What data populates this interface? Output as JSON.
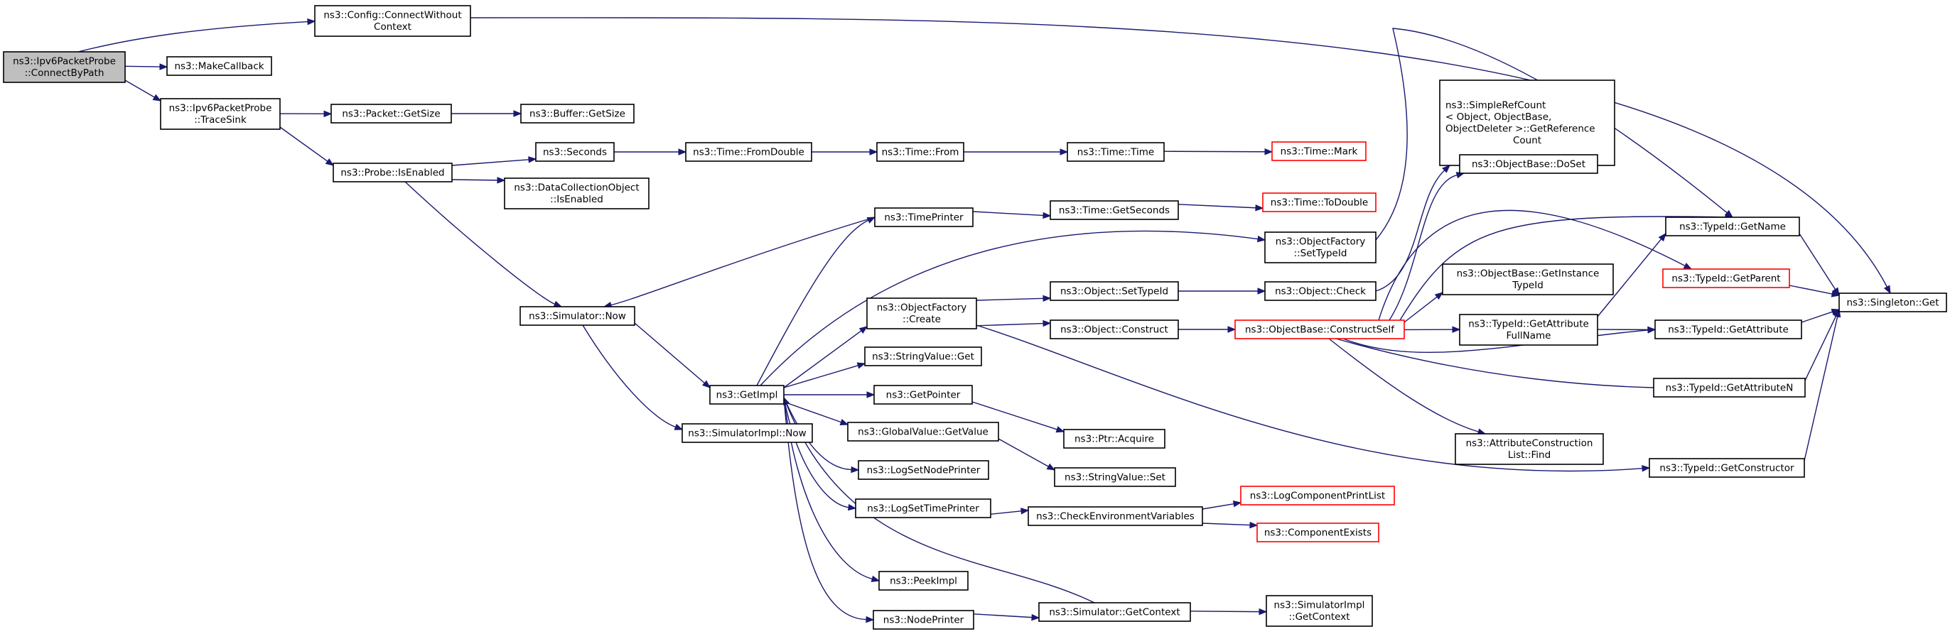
{
  "colors": {
    "edge": "#191970",
    "node_border": "#000000",
    "truncated_border": "#ff0000",
    "root_fill": "#bfbfbf",
    "fill": "#ffffff"
  },
  "nodes": {
    "root": {
      "lines": [
        "ns3::Ipv6PacketProbe",
        "::ConnectByPath"
      ],
      "kind": "root"
    },
    "cwc": {
      "lines": [
        "ns3::Config::ConnectWithout",
        "Context"
      ]
    },
    "makecb": {
      "lines": [
        "ns3::MakeCallback"
      ]
    },
    "tracesink": {
      "lines": [
        "ns3::Ipv6PacketProbe",
        "::TraceSink"
      ]
    },
    "pktsize": {
      "lines": [
        "ns3::Packet::GetSize"
      ]
    },
    "bufsize": {
      "lines": [
        "ns3::Buffer::GetSize"
      ]
    },
    "probe": {
      "lines": [
        "ns3::Probe::IsEnabled"
      ]
    },
    "seconds": {
      "lines": [
        "ns3::Seconds"
      ]
    },
    "dco": {
      "lines": [
        "ns3::DataCollectionObject",
        "::IsEnabled"
      ]
    },
    "fromdouble": {
      "lines": [
        "ns3::Time::FromDouble"
      ]
    },
    "from": {
      "lines": [
        "ns3::Time::From"
      ]
    },
    "timetime": {
      "lines": [
        "ns3::Time::Time"
      ]
    },
    "mark": {
      "lines": [
        "ns3::Time::Mark"
      ],
      "kind": "truncated"
    },
    "simnow": {
      "lines": [
        "ns3::Simulator::Now"
      ]
    },
    "timeprinter": {
      "lines": [
        "ns3::TimePrinter"
      ]
    },
    "getseconds": {
      "lines": [
        "ns3::Time::GetSeconds"
      ]
    },
    "todouble": {
      "lines": [
        "ns3::Time::ToDouble"
      ],
      "kind": "truncated"
    },
    "getimpl": {
      "lines": [
        "ns3::GetImpl"
      ]
    },
    "siminow": {
      "lines": [
        "ns3::SimulatorImpl::Now"
      ]
    },
    "ofcreate": {
      "lines": [
        "ns3::ObjectFactory",
        "::Create"
      ]
    },
    "ofsettypeid": {
      "lines": [
        "ns3::ObjectFactory",
        "::SetTypeId"
      ]
    },
    "objsettypeid": {
      "lines": [
        "ns3::Object::SetTypeId"
      ]
    },
    "objconstruct": {
      "lines": [
        "ns3::Object::Construct"
      ]
    },
    "objcheck": {
      "lines": [
        "ns3::Object::Check"
      ]
    },
    "construct": {
      "lines": [
        "ns3::ObjectBase::ConstructSelf"
      ],
      "kind": "truncated"
    },
    "refcount": {
      "lines": [
        "ns3::SimpleRefCount",
        "< Object, ObjectBase,",
        "ObjectDeleter >::GetReference",
        "Count"
      ],
      "align": "left"
    },
    "doset": {
      "lines": [
        "ns3::ObjectBase::DoSet"
      ]
    },
    "getinst": {
      "lines": [
        "ns3::ObjectBase::GetInstance",
        "TypeId"
      ]
    },
    "getattrfull": {
      "lines": [
        "ns3::TypeId::GetAttribute",
        "FullName"
      ]
    },
    "attrfind": {
      "lines": [
        "ns3::AttributeConstruction",
        "List::Find"
      ]
    },
    "getname": {
      "lines": [
        "ns3::TypeId::GetName"
      ]
    },
    "getparent": {
      "lines": [
        "ns3::TypeId::GetParent"
      ],
      "kind": "truncated"
    },
    "getattr": {
      "lines": [
        "ns3::TypeId::GetAttribute"
      ]
    },
    "getattrn": {
      "lines": [
        "ns3::TypeId::GetAttributeN"
      ]
    },
    "getconstructor": {
      "lines": [
        "ns3::TypeId::GetConstructor"
      ]
    },
    "singleton": {
      "lines": [
        "ns3::Singleton::Get"
      ]
    },
    "strget": {
      "lines": [
        "ns3::StringValue::Get"
      ]
    },
    "getpointer": {
      "lines": [
        "ns3::GetPointer"
      ]
    },
    "ptracquire": {
      "lines": [
        "ns3::Ptr::Acquire"
      ]
    },
    "gvget": {
      "lines": [
        "ns3::GlobalValue::GetValue"
      ]
    },
    "strset": {
      "lines": [
        "ns3::StringValue::Set"
      ]
    },
    "lognode": {
      "lines": [
        "ns3::LogSetNodePrinter"
      ]
    },
    "logtime": {
      "lines": [
        "ns3::LogSetTimePrinter"
      ]
    },
    "checkenv": {
      "lines": [
        "ns3::CheckEnvironmentVariables"
      ]
    },
    "logcomp": {
      "lines": [
        "ns3::LogComponentPrintList"
      ],
      "kind": "truncated"
    },
    "compexists": {
      "lines": [
        "ns3::ComponentExists"
      ],
      "kind": "truncated"
    },
    "peekimpl": {
      "lines": [
        "ns3::PeekImpl"
      ]
    },
    "nodeprinter": {
      "lines": [
        "ns3::NodePrinter"
      ]
    },
    "simctx": {
      "lines": [
        "ns3::Simulator::GetContext"
      ]
    },
    "simictx": {
      "lines": [
        "ns3::SimulatorImpl",
        "::GetContext"
      ]
    }
  },
  "edges": [
    [
      "root",
      "cwc"
    ],
    [
      "root",
      "makecb"
    ],
    [
      "root",
      "tracesink"
    ],
    [
      "cwc",
      "singleton"
    ],
    [
      "tracesink",
      "pktsize"
    ],
    [
      "tracesink",
      "probe"
    ],
    [
      "pktsize",
      "bufsize"
    ],
    [
      "probe",
      "seconds"
    ],
    [
      "probe",
      "dco"
    ],
    [
      "probe",
      "simnow"
    ],
    [
      "seconds",
      "fromdouble"
    ],
    [
      "fromdouble",
      "from"
    ],
    [
      "from",
      "timetime"
    ],
    [
      "timetime",
      "mark"
    ],
    [
      "simnow",
      "getimpl"
    ],
    [
      "simnow",
      "siminow"
    ],
    [
      "timeprinter",
      "getseconds"
    ],
    [
      "timeprinter",
      "simnow"
    ],
    [
      "getseconds",
      "todouble"
    ],
    [
      "getimpl",
      "timeprinter"
    ],
    [
      "getimpl",
      "ofsettypeid"
    ],
    [
      "getimpl",
      "ofcreate"
    ],
    [
      "getimpl",
      "strget"
    ],
    [
      "getimpl",
      "getpointer"
    ],
    [
      "getimpl",
      "gvget"
    ],
    [
      "getimpl",
      "lognode"
    ],
    [
      "getimpl",
      "logtime"
    ],
    [
      "getimpl",
      "peekimpl"
    ],
    [
      "getimpl",
      "nodeprinter"
    ],
    [
      "ofsettypeid",
      "getname"
    ],
    [
      "ofcreate",
      "objsettypeid"
    ],
    [
      "ofcreate",
      "objconstruct"
    ],
    [
      "ofcreate",
      "getconstructor"
    ],
    [
      "objsettypeid",
      "objcheck"
    ],
    [
      "objconstruct",
      "construct"
    ],
    [
      "objcheck",
      "refcount"
    ],
    [
      "construct",
      "doset"
    ],
    [
      "construct",
      "getinst"
    ],
    [
      "construct",
      "getattrfull"
    ],
    [
      "construct",
      "attrfind"
    ],
    [
      "construct",
      "getname"
    ],
    [
      "construct",
      "getparent"
    ],
    [
      "construct",
      "getattr"
    ],
    [
      "construct",
      "getattrn"
    ],
    [
      "getattrfull",
      "getattr"
    ],
    [
      "getattrfull",
      "getname"
    ],
    [
      "getname",
      "singleton"
    ],
    [
      "getparent",
      "singleton"
    ],
    [
      "getattr",
      "singleton"
    ],
    [
      "getattrn",
      "singleton"
    ],
    [
      "getconstructor",
      "singleton"
    ],
    [
      "getpointer",
      "ptracquire"
    ],
    [
      "gvget",
      "strset"
    ],
    [
      "logtime",
      "checkenv"
    ],
    [
      "checkenv",
      "logcomp"
    ],
    [
      "checkenv",
      "compexists"
    ],
    [
      "nodeprinter",
      "simctx"
    ],
    [
      "simctx",
      "getimpl"
    ],
    [
      "simctx",
      "simictx"
    ]
  ]
}
